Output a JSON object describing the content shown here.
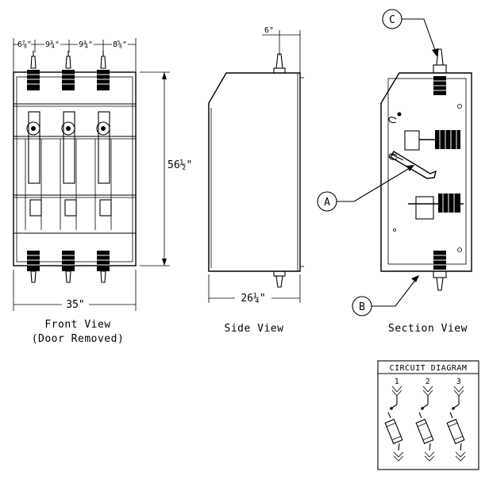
{
  "front_view": {
    "caption_line1": "Front View",
    "caption_line2": "(Door Removed)",
    "dim_top": [
      "6⅞\"",
      "9¾\"",
      "9¾\"",
      "8⅝\""
    ],
    "dim_height": "56½\"",
    "dim_width": "35\""
  },
  "side_view": {
    "caption": "Side View",
    "dim_top": "6\"",
    "dim_depth": "26¼\""
  },
  "section_view": {
    "caption": "Section View",
    "callouts": [
      "A",
      "B",
      "C"
    ]
  },
  "circuit_diagram": {
    "title": "CIRCUIT DIAGRAM",
    "phases": [
      "1",
      "2",
      "3"
    ]
  }
}
